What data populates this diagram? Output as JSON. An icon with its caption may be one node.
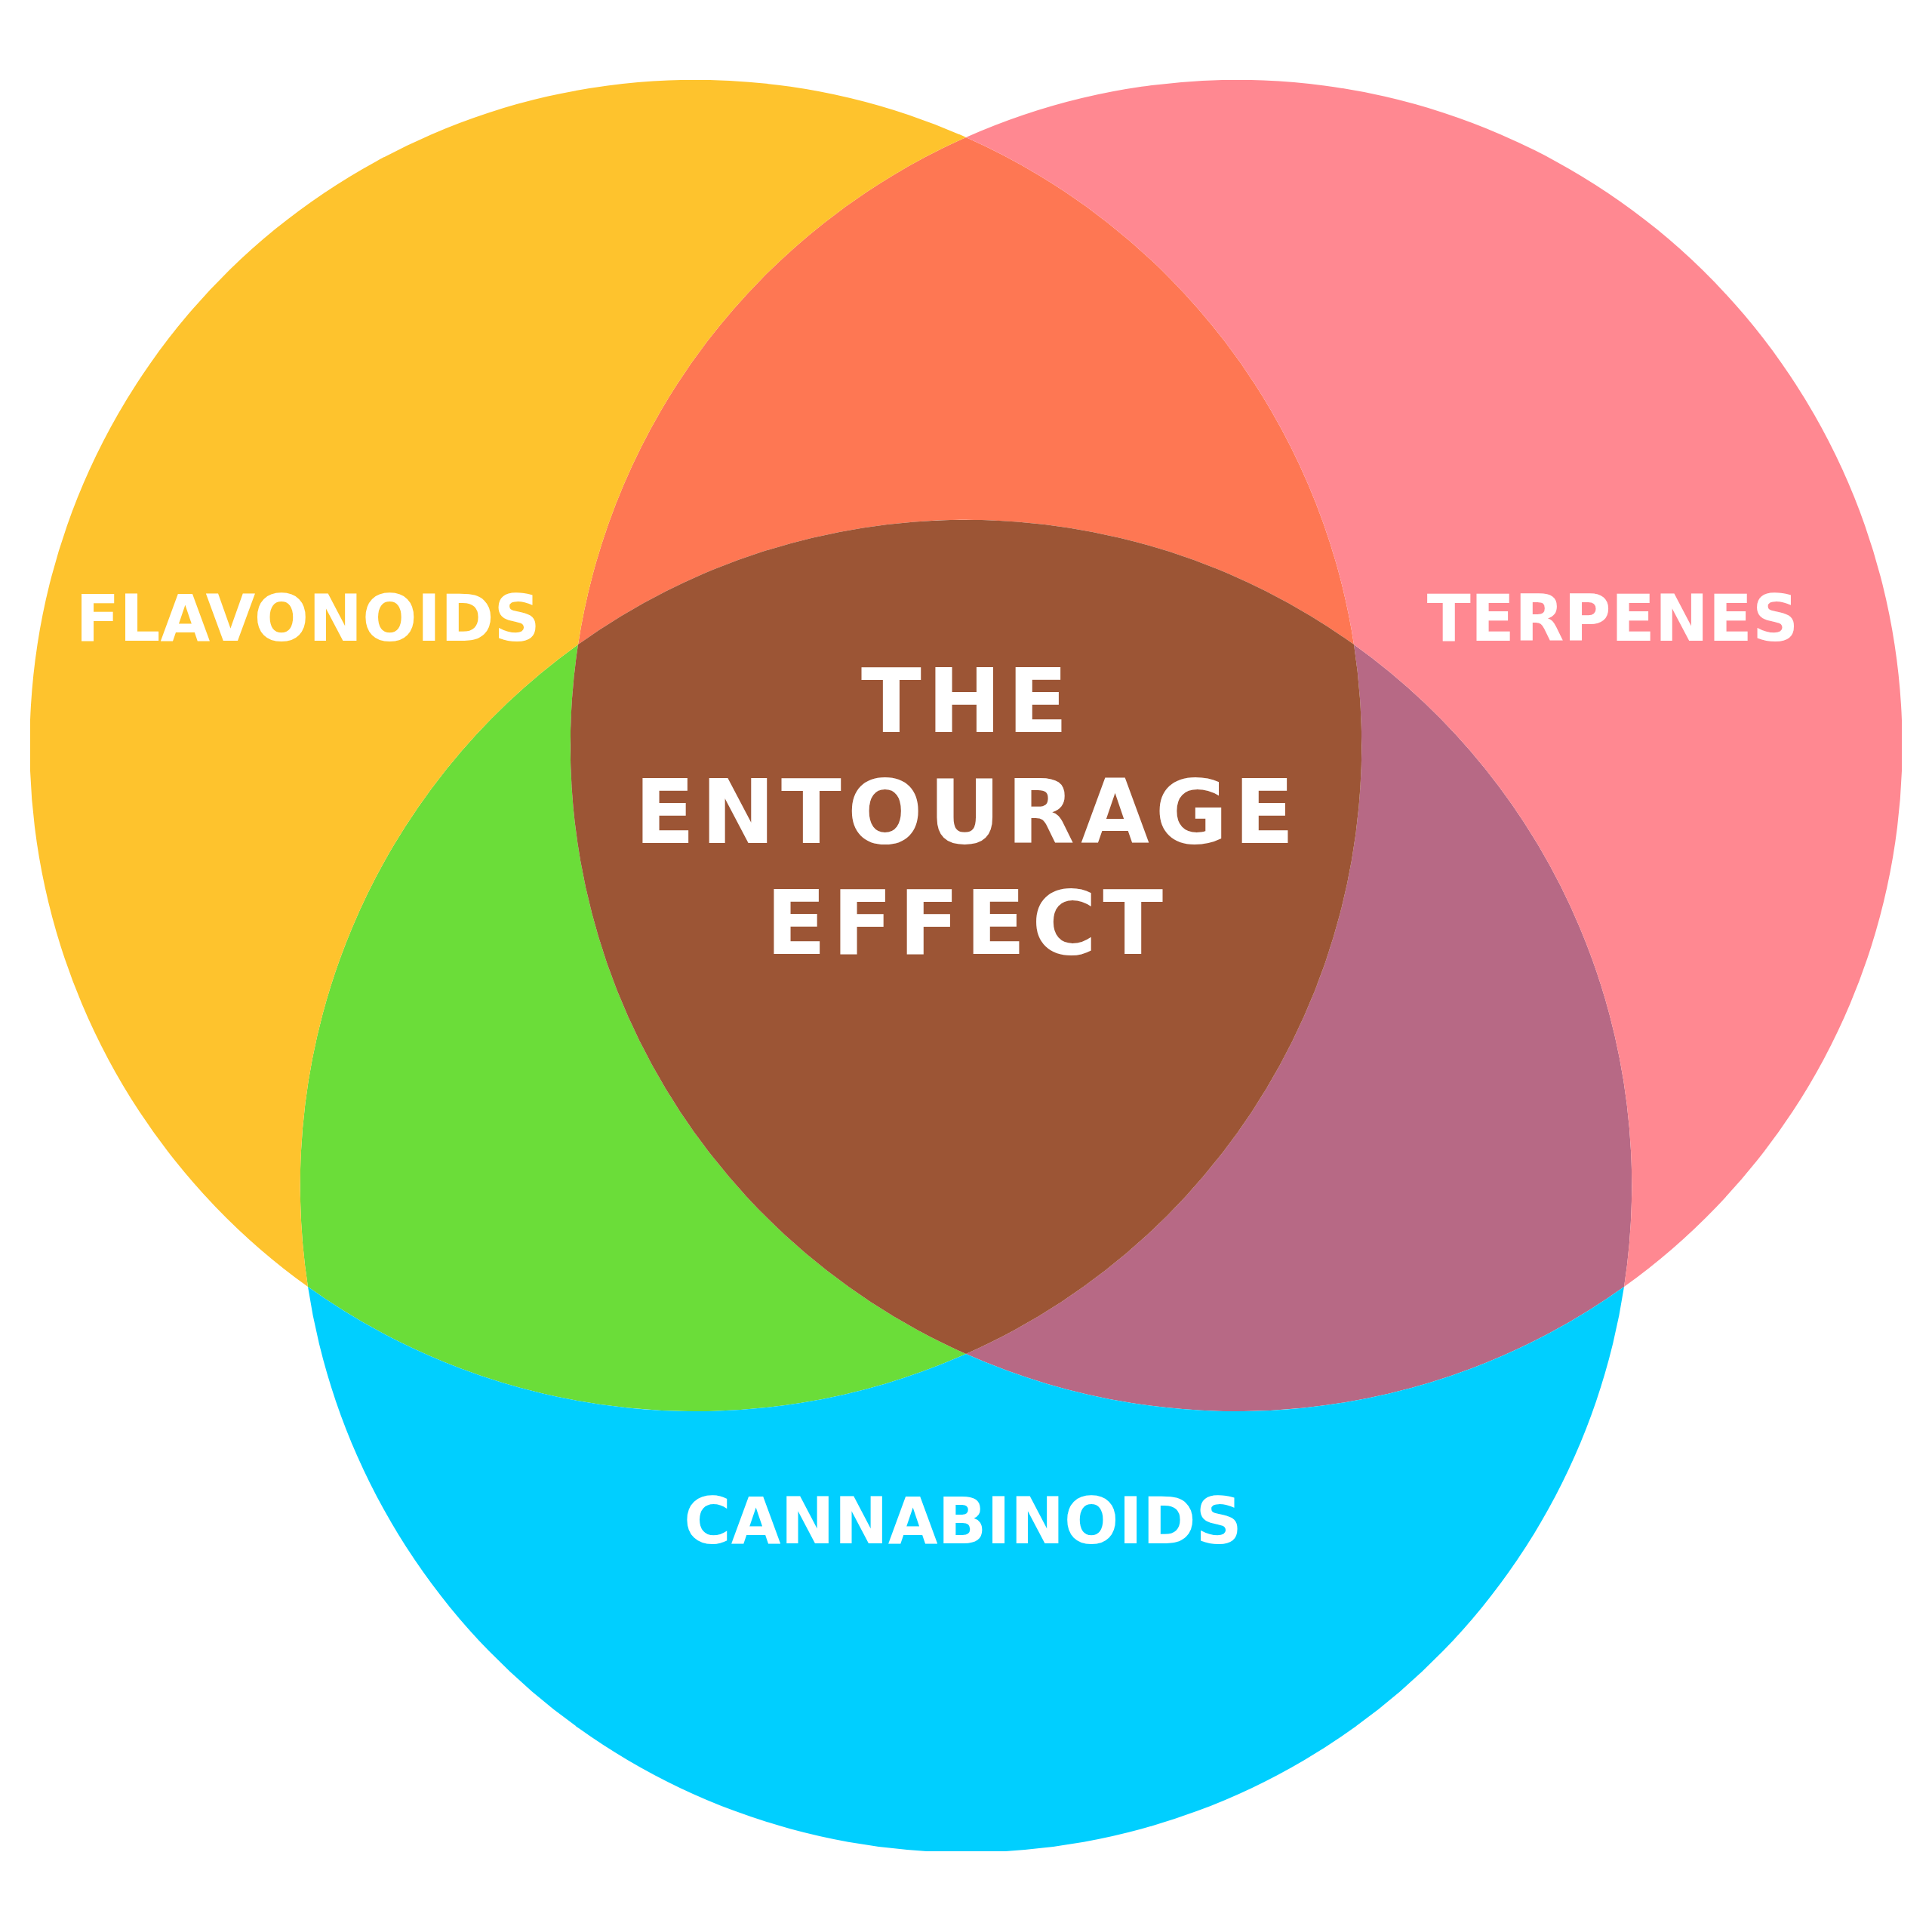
{
  "diagram": {
    "nodes": [
      {
        "text": [
          "FLAVONOIDS"
        ]
      },
      {
        "text": [
          "TERPENES"
        ]
      },
      {
        "text": [
          "CANNABINOIDS"
        ]
      },
      {
        "text": [
          "THE ENTOURAGE EFFECT"
        ]
      },
      {
        "text": [],
        "shape": "lens"
      },
      {
        "text": [],
        "shape": "lens"
      },
      {
        "text": [],
        "shape": "lens"
      }
    ]
  }
}
